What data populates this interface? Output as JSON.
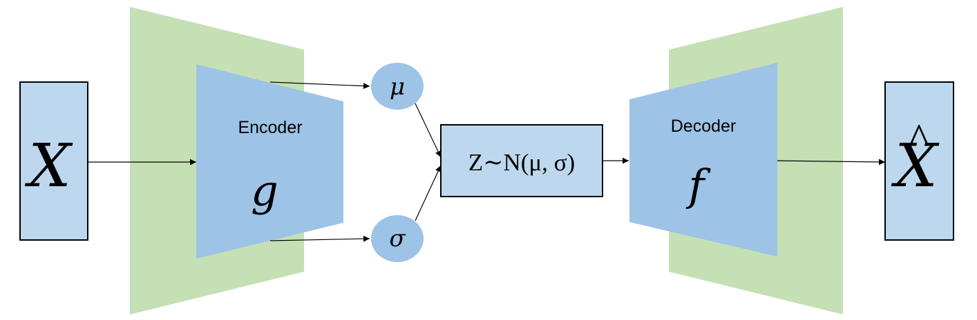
{
  "colors": {
    "green": "#c5e0b4",
    "blue_dark": "#9dc3e6",
    "blue_light": "#bdd7ee",
    "stroke": "#000000"
  },
  "input": {
    "symbol": "X"
  },
  "encoder": {
    "label": "Encoder",
    "function": "g"
  },
  "mu": {
    "symbol": "μ"
  },
  "sigma": {
    "symbol": "σ"
  },
  "latent": {
    "label": "Z∼N(μ, σ)"
  },
  "decoder": {
    "label": "Decoder",
    "function": "f"
  },
  "output": {
    "symbol": "X",
    "accent": "^"
  }
}
